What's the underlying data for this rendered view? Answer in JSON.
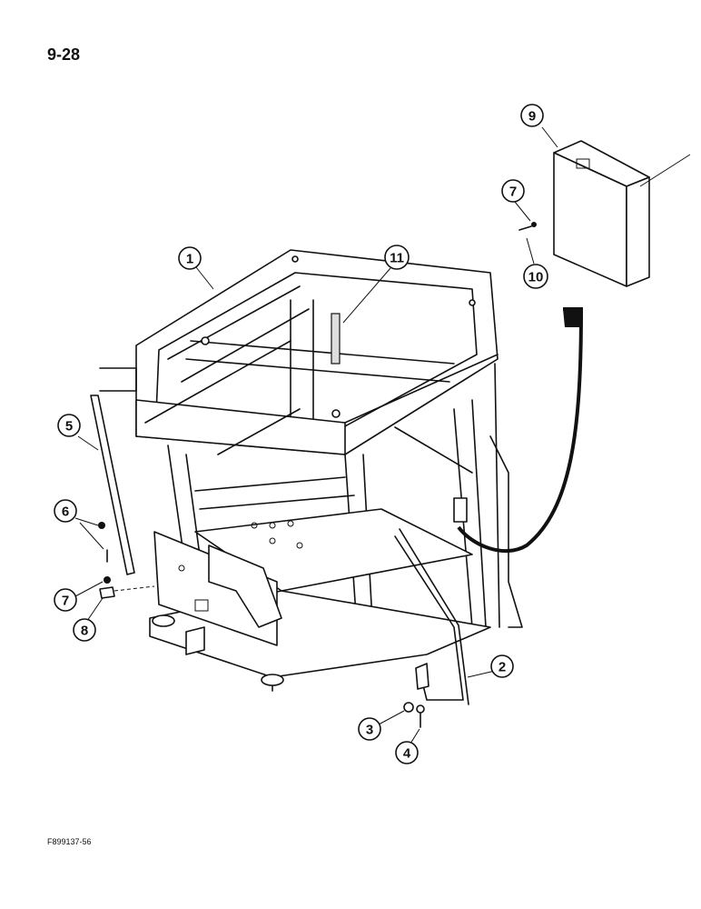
{
  "page": {
    "page_number": "9-28",
    "figure_code": "F899137-56"
  },
  "callouts": [
    {
      "id": "1",
      "label": "1"
    },
    {
      "id": "2",
      "label": "2"
    },
    {
      "id": "3",
      "label": "3"
    },
    {
      "id": "4",
      "label": "4"
    },
    {
      "id": "5",
      "label": "5"
    },
    {
      "id": "6",
      "label": "6"
    },
    {
      "id": "7a",
      "label": "7"
    },
    {
      "id": "7b",
      "label": "7"
    },
    {
      "id": "8",
      "label": "8"
    },
    {
      "id": "9",
      "label": "9"
    },
    {
      "id": "10",
      "label": "10"
    },
    {
      "id": "11",
      "label": "11"
    }
  ]
}
